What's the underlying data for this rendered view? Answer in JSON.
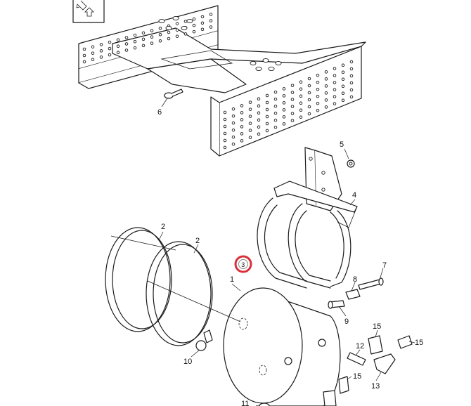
{
  "diagram": {
    "callouts": [
      {
        "id": "1",
        "text": "1"
      },
      {
        "id": "2a",
        "text": "2"
      },
      {
        "id": "2b",
        "text": "2"
      },
      {
        "id": "3",
        "text": "3"
      },
      {
        "id": "4",
        "text": "4"
      },
      {
        "id": "5",
        "text": "5"
      },
      {
        "id": "6",
        "text": "6"
      },
      {
        "id": "7",
        "text": "7"
      },
      {
        "id": "8",
        "text": "8"
      },
      {
        "id": "9",
        "text": "9"
      },
      {
        "id": "10",
        "text": "10"
      },
      {
        "id": "11",
        "text": "11"
      },
      {
        "id": "12",
        "text": "12"
      },
      {
        "id": "13",
        "text": "13"
      },
      {
        "id": "15a",
        "text": "15"
      },
      {
        "id": "15b",
        "text": "15"
      },
      {
        "id": "15c",
        "text": "15"
      }
    ],
    "highlight_color": "#d9303a",
    "icons": [
      "pencil-icon",
      "up-arrow-icon"
    ]
  }
}
